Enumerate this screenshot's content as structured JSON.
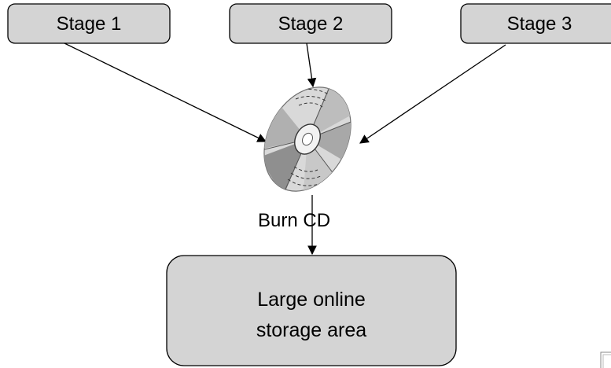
{
  "stages": [
    {
      "label": "Stage 1"
    },
    {
      "label": "Stage 2"
    },
    {
      "label": "Stage 3"
    }
  ],
  "cd": {
    "icon": "cd-disc-icon",
    "label": "Burn CD"
  },
  "storage": {
    "line1": "Large online",
    "line2": "storage area"
  },
  "colors": {
    "box_fill": "#d4d4d4",
    "box_stroke": "#000000",
    "cd_light": "#d9d9d9",
    "cd_mid": "#bdbdbd",
    "cd_dark": "#8f8f8f"
  }
}
